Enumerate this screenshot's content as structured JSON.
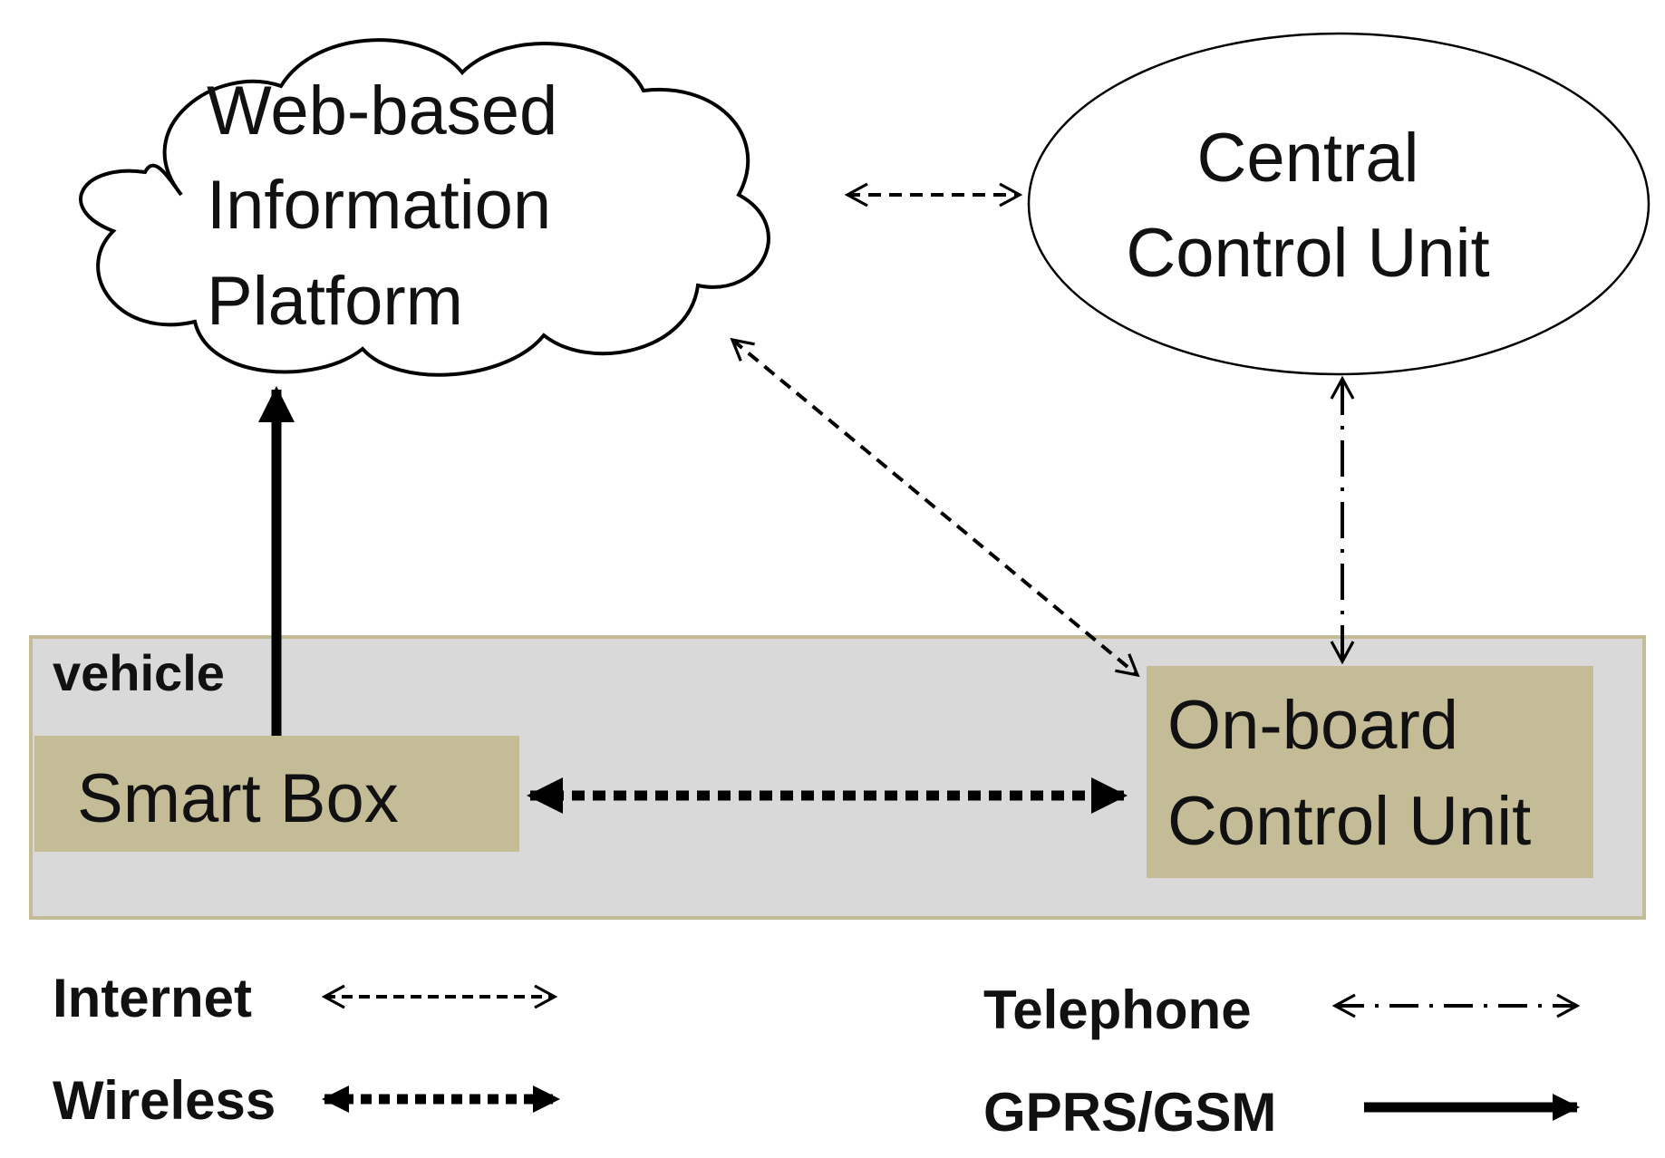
{
  "nodes": {
    "web_platform": {
      "lines": [
        "Web-based",
        "Information",
        "Platform"
      ]
    },
    "central_control": {
      "lines": [
        "Central",
        "Control Unit"
      ]
    },
    "vehicle": {
      "label": "vehicle"
    },
    "smart_box": {
      "label": "Smart Box"
    },
    "onboard_control": {
      "lines": [
        "On-board",
        "Control Unit"
      ]
    }
  },
  "legend": {
    "internet": "Internet",
    "wireless": "Wireless",
    "telephone": "Telephone",
    "gprs": "GPRS/GSM"
  },
  "colors": {
    "vehicle_fill": "#d9d9d9",
    "box_fill": "#c4bc97",
    "border": "#c4bc97",
    "line": "#000000"
  }
}
